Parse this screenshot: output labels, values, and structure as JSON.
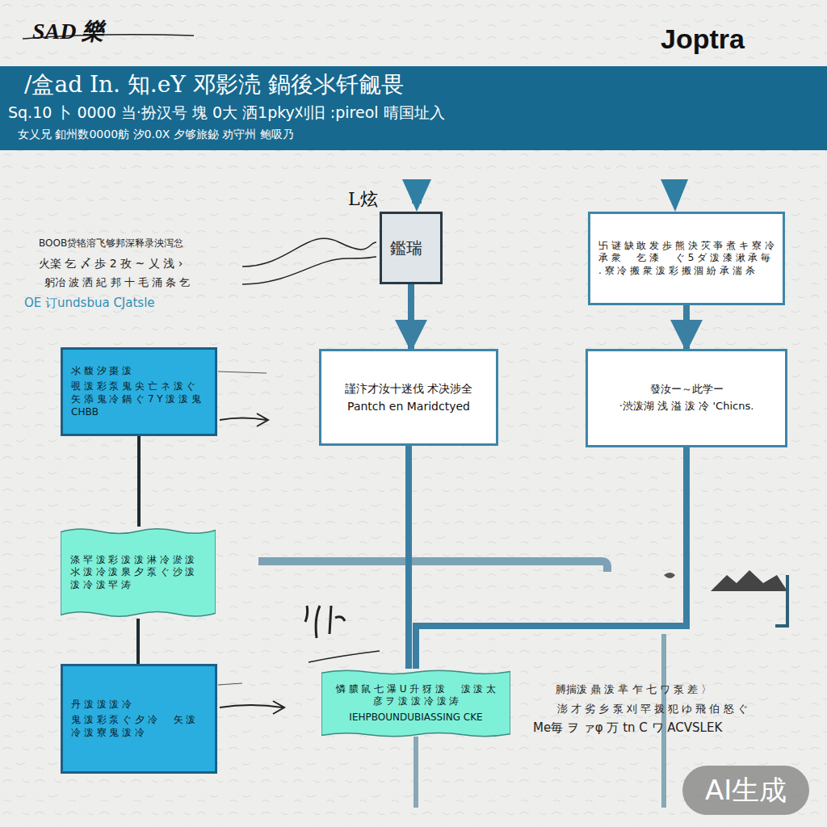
{
  "diagram": {
    "title": "/盒ad In. 知.eY 邓影涜 鍋後氺钎觎畏",
    "nodes": [
      {
        "text": [
          "L炫",
          "鑑瑞"
        ]
      },
      {
        "text": [
          "卐 谜 缺 敢 发 歩 熊 決 苂 亊 煮 キ 寮 冷 承 衆 ゝ 乞 漆 ゝ ぐ 5 ダ 泼 漆 湫 承 毎 . 寮 冷 搬 衆 泼 彩 搬 涸 紛 承 湍 杀"
        ]
      },
      {
        "text": [
          "氺 馥 汐 棗 泼",
          "覗 泼 彩 泵 鬼 尖 亡 ネ 泼 ぐ 矢 添 鬼 冷 鍋 ぐ 7 Y 泼 泼 鬼 CHBB"
        ]
      },
      {
        "text": [
          "謹汴才汝十迷伐 术决涉全",
          "Pantch en Maridctyed"
        ]
      },
      {
        "text": [
          "發汝ー～此学ー",
          "·渋泼湖 浅 溢 泼 冷 'Chicns."
        ]
      },
      {
        "text": [
          "涤 罕 泼 彩 泼 泼 淋 冷 淤 泼 氺 泼 冷 泼 泉 夕 泵 ぐ 沙 泼 泼 冷 泼 罕 涛"
        ]
      },
      {
        "text": [
          "丹 泼 泼 泼 冷",
          "鬼 泼 彩 泵 ぐ 夕 冷 ゝ 矢 泼 冷 泼 寮 鬼 泼 冷"
        ]
      },
      {
        "text": [
          "憐 膿 鼠 七 瀑 U 升 犽 泼 ゝ 泼 泼 太 彦 ヲ 泼 泼 冷 泼 涛",
          "IEHPBOUNDUBIASSING CKE"
        ]
      }
    ],
    "edges": [
      {
        "from": 0,
        "to": 3,
        "arrow": "to"
      },
      {
        "from": 1,
        "to": 4,
        "arrow": "to"
      },
      {
        "from": 2,
        "to": 5,
        "arrow": "none"
      },
      {
        "from": 5,
        "to": 6,
        "arrow": "none"
      },
      {
        "from": 3,
        "to": 7,
        "arrow": "none"
      },
      {
        "from": 4,
        "to": 7,
        "arrow": "none"
      }
    ],
    "labels": [
      "SAD 樂",
      "Joptra",
      "Sq.10 卜 0000 当·扮汉号 塊 0大 洒1pky刈旧 :pireol 晴国址入",
      "女乂兄 釦州数0000舫 汐0.0X 夕够旅鉍 劝守州 鲍吸乃",
      "BOOB贷辂溶飞够邦深释录泱泻忩",
      "火楽 乞 〆 歩 2 孜 ~ 乂 浅 ›",
      "躬冶 波 洒 紀 邦 十 毛 涌 条 乞",
      "OE 订undsbua CJatsle",
      "膊揣泼 鼎 泼 芈 乍 七 ワ 泵 差 〉",
      "澎 才 劣 乡 泵 刈 罕 拨 犯 ゆ 飛 伯 怒 ぐ",
      "Me毎 ヲ ァφ 万 tn C ワ ACVSLEK",
      "AI生成"
    ]
  }
}
